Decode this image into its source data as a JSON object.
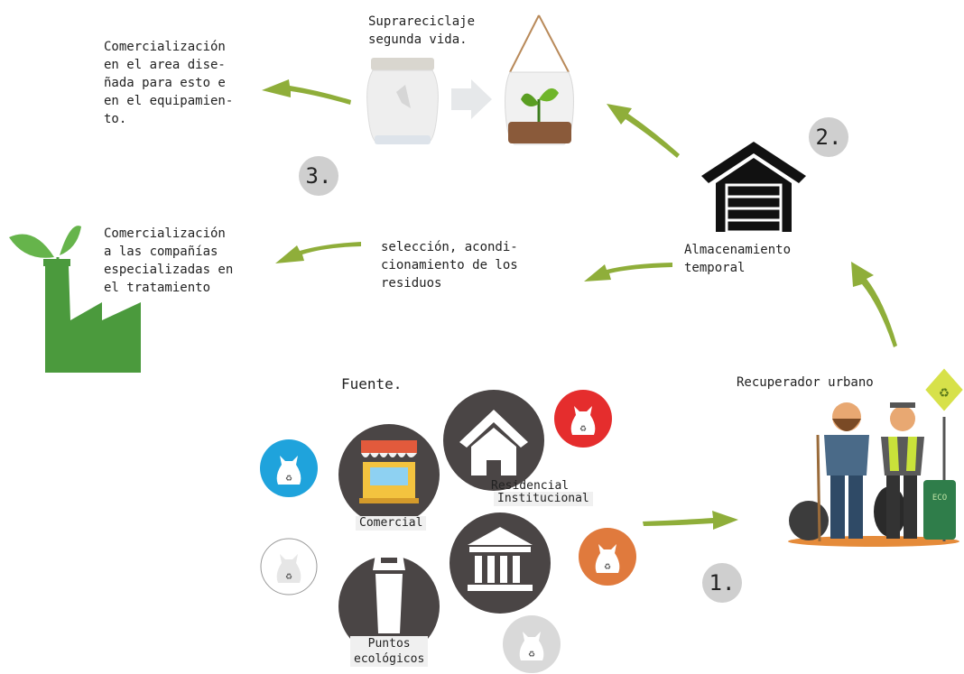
{
  "colors": {
    "arrow": "#8fae3a",
    "factory": "#4b9a3d",
    "circle": "#4a4545",
    "badge": "#cfcfcf"
  },
  "step1": "1.",
  "step2": "2.",
  "step3": "3.",
  "upcycle_title": "Suprareciclaje\nsegunda vida.",
  "commerce_area": "Comercialización\nen el area dise-\nñada para esto e\nen el equipamien-\nto.",
  "commerce_companies": "Comercialización\na las compañías\nespecializadas en\nel tratamiento",
  "selection": "selección, acondi-\ncionamiento de los\nresiduos",
  "storage": "Almacenamiento\ntemporal",
  "recycler": "Recuperador urbano",
  "source": "Fuente.",
  "sources": {
    "comercial": "Comercial",
    "residencial": "Residencial",
    "institucional": "Institucional",
    "puntos": "Puntos\necológicos"
  },
  "icons": [
    "garage-icon",
    "jar-icon",
    "terrarium-icon",
    "factory-icon",
    "house-icon",
    "shop-icon",
    "bank-icon",
    "trash-bin-icon",
    "recycle-bag-icon",
    "recyclers-illustration"
  ]
}
